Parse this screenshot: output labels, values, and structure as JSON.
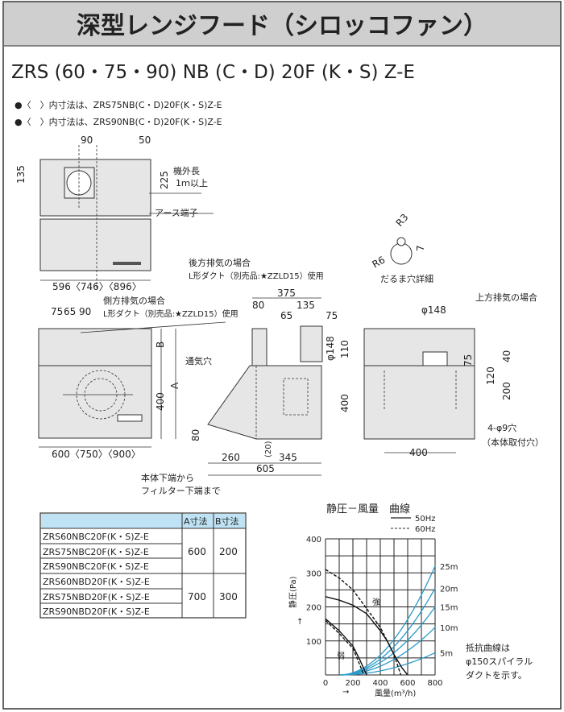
{
  "title": "深型レンジフード（シロッコファン）",
  "model_line": "ZRS (60・75・90) NB (C・D) 20F (K・S) Z-E",
  "notes": [
    "●〈　〉内寸法は、ZRS75NB(C・D)20F(K・S)Z-E",
    "●〈　〉内寸法は、ZRS90NB(C・D)20F(K・S)Z-E"
  ],
  "top_view": {
    "d90": "90",
    "d50": "50",
    "d135": "135",
    "d225": "225",
    "cord": "機外長",
    "cord2": "1ｍ以上",
    "earth": "アース端子",
    "width": "596〈746〉〈896〉"
  },
  "front_view": {
    "d75": "75",
    "d65": "65",
    "d90": "90",
    "side_title": "側方排気の場合",
    "side_duct": "L形ダクト（別売品:★ZZLD15）使用",
    "vent": "通気穴",
    "B": "B",
    "A": "A",
    "d400": "400",
    "d80": "80",
    "width": "600〈750〉〈900〉",
    "filter1": "本体下端から",
    "filter2": "フィルター下端まで"
  },
  "side_view": {
    "rear_title": "後方排気の場合",
    "rear_duct": "L形ダクト（別売品:★ZZLD15）使用",
    "d375": "375",
    "d80": "80",
    "d135": "135",
    "d65": "65",
    "d75": "75",
    "phi148": "φ148",
    "d110": "110",
    "d400": "400",
    "d20": "(20)",
    "d260": "260",
    "d345": "345",
    "d605": "605"
  },
  "back_view": {
    "R3": "R3",
    "R6": "R6",
    "d7": "7",
    "daruma": "だるま穴詳細",
    "top_exhaust": "上方排気の場合",
    "phi148": "φ148",
    "d75": "75",
    "d40": "40",
    "d120": "120",
    "d200": "200",
    "d400": "400",
    "holes": "4-φ9穴",
    "holes2": "（本体取付穴）"
  },
  "table": {
    "headers": [
      "",
      "A寸法",
      "B寸法"
    ],
    "rows": [
      "ZRS60NBC20F(K・S)Z-E",
      "ZRS75NBC20F(K・S)Z-E",
      "ZRS90NBC20F(K・S)Z-E",
      "ZRS60NBD20F(K・S)Z-E",
      "ZRS75NBD20F(K・S)Z-E",
      "ZRS90NBD20F(K・S)Z-E"
    ],
    "groups": [
      {
        "A": "600",
        "B": "200"
      },
      {
        "A": "700",
        "B": "300"
      }
    ],
    "header_color": "#bfe3f5"
  },
  "chart_data": {
    "type": "line",
    "title": "静圧－風量　曲線",
    "xlabel": "風量(m³/h)",
    "ylabel": "静圧(Pa)",
    "xlim": [
      0,
      800
    ],
    "ylim": [
      0,
      400
    ],
    "xticks": [
      "0",
      "200",
      "400",
      "600",
      "800"
    ],
    "yticks": [
      "100",
      "200",
      "300",
      "400"
    ],
    "legend": [
      "50Hz",
      "60Hz"
    ],
    "annotations": {
      "strong": "強",
      "weak": "弱"
    },
    "series": [
      {
        "name": "強 50Hz",
        "style": "solid",
        "points": [
          [
            0,
            230
          ],
          [
            100,
            220
          ],
          [
            200,
            205
          ],
          [
            300,
            180
          ],
          [
            400,
            130
          ],
          [
            450,
            100
          ],
          [
            500,
            60
          ],
          [
            560,
            20
          ],
          [
            600,
            0
          ]
        ]
      },
      {
        "name": "強 60Hz",
        "style": "dashed",
        "points": [
          [
            0,
            310
          ],
          [
            100,
            285
          ],
          [
            200,
            250
          ],
          [
            300,
            195
          ],
          [
            400,
            140
          ],
          [
            450,
            100
          ],
          [
            500,
            60
          ],
          [
            550,
            0
          ]
        ]
      },
      {
        "name": "弱 50Hz",
        "style": "solid",
        "points": [
          [
            0,
            165
          ],
          [
            100,
            130
          ],
          [
            200,
            85
          ],
          [
            250,
            45
          ],
          [
            300,
            0
          ]
        ]
      },
      {
        "name": "弱 60Hz",
        "style": "dashed",
        "points": [
          [
            0,
            160
          ],
          [
            100,
            122
          ],
          [
            200,
            78
          ],
          [
            240,
            40
          ],
          [
            280,
            0
          ]
        ]
      }
    ],
    "resistance": [
      {
        "label": "25m",
        "at800": 320
      },
      {
        "label": "20m",
        "at800": 255
      },
      {
        "label": "15m",
        "at800": 200
      },
      {
        "label": "10m",
        "at800": 140
      },
      {
        "label": "5m",
        "at800": 65
      }
    ],
    "note": [
      "抵抗曲線は",
      "φ150スパイラル",
      "ダクトを示す。"
    ],
    "resistance_color": "#2a9ac9"
  }
}
